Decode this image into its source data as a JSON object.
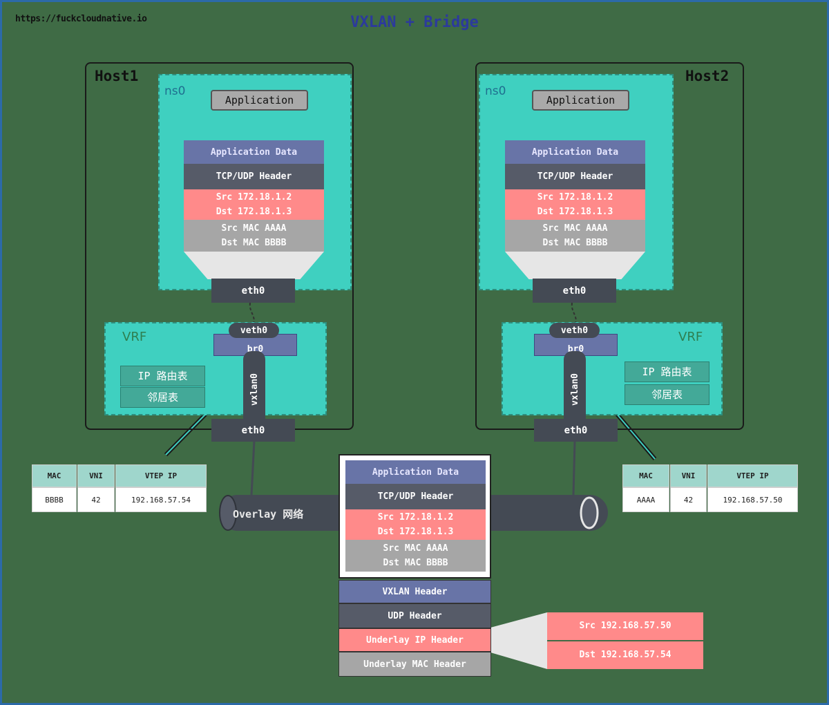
{
  "url": "https://fuckcloudnative.io",
  "title": "VXLAN + Bridge",
  "host1": {
    "label": "Host1",
    "ns": "ns0",
    "app": "Application",
    "layers": {
      "app_data": "Application Data",
      "tcp": "TCP/UDP Header",
      "src_ip": "Src 172.18.1.2",
      "dst_ip": "Dst 172.18.1.3",
      "src_mac": "Src MAC AAAA",
      "dst_mac": "Dst MAC BBBB"
    },
    "eth0_ns": "eth0",
    "veth0": "veth0",
    "br0": "br0",
    "vrf": "VRF",
    "route_table": "IP 路由表",
    "fdb": "邻居表",
    "vxlan": "vxlan0",
    "eth0_host": "eth0",
    "fdb_table": {
      "headers": [
        "MAC",
        "VNI",
        "VTEP IP"
      ],
      "row": [
        "BBBB",
        "42",
        "192.168.57.54"
      ]
    }
  },
  "host2": {
    "label": "Host2",
    "ns": "ns0",
    "app": "Application",
    "layers": {
      "app_data": "Application Data",
      "tcp": "TCP/UDP Header",
      "src_ip": "Src 172.18.1.2",
      "dst_ip": "Dst 172.18.1.3",
      "src_mac": "Src MAC AAAA",
      "dst_mac": "Dst MAC BBBB"
    },
    "eth0_ns": "eth0",
    "veth0": "veth0",
    "br0": "br0",
    "vrf": "VRF",
    "route_table": "IP 路由表",
    "fdb": "邻居表",
    "vxlan": "vxlan0",
    "eth0_host": "eth0",
    "fdb_table": {
      "headers": [
        "MAC",
        "VNI",
        "VTEP IP"
      ],
      "row": [
        "AAAA",
        "42",
        "192.168.57.50"
      ]
    }
  },
  "overlay": "Overlay 网络",
  "packet": {
    "app_data": "Application Data",
    "tcp": "TCP/UDP Header",
    "src_ip": "Src 172.18.1.2",
    "dst_ip": "Dst 172.18.1.3",
    "src_mac": "Src MAC AAAA",
    "dst_mac": "Dst MAC BBBB",
    "vxlan": "VXLAN Header",
    "udp": "UDP Header",
    "underlay_ip": "Underlay IP Header",
    "underlay_mac": "Underlay MAC Header"
  },
  "underlay_ip": {
    "src": "Src 192.168.57.50",
    "dst": "Dst 192.168.57.54"
  },
  "colors": {
    "background": "#3f6b45",
    "namespace": "#3fd0c0",
    "app_data": "#6874a7",
    "tcp": "#565b68",
    "ip": "#ff8a8a",
    "mac": "#a6a6a6",
    "dark": "#444a54"
  }
}
